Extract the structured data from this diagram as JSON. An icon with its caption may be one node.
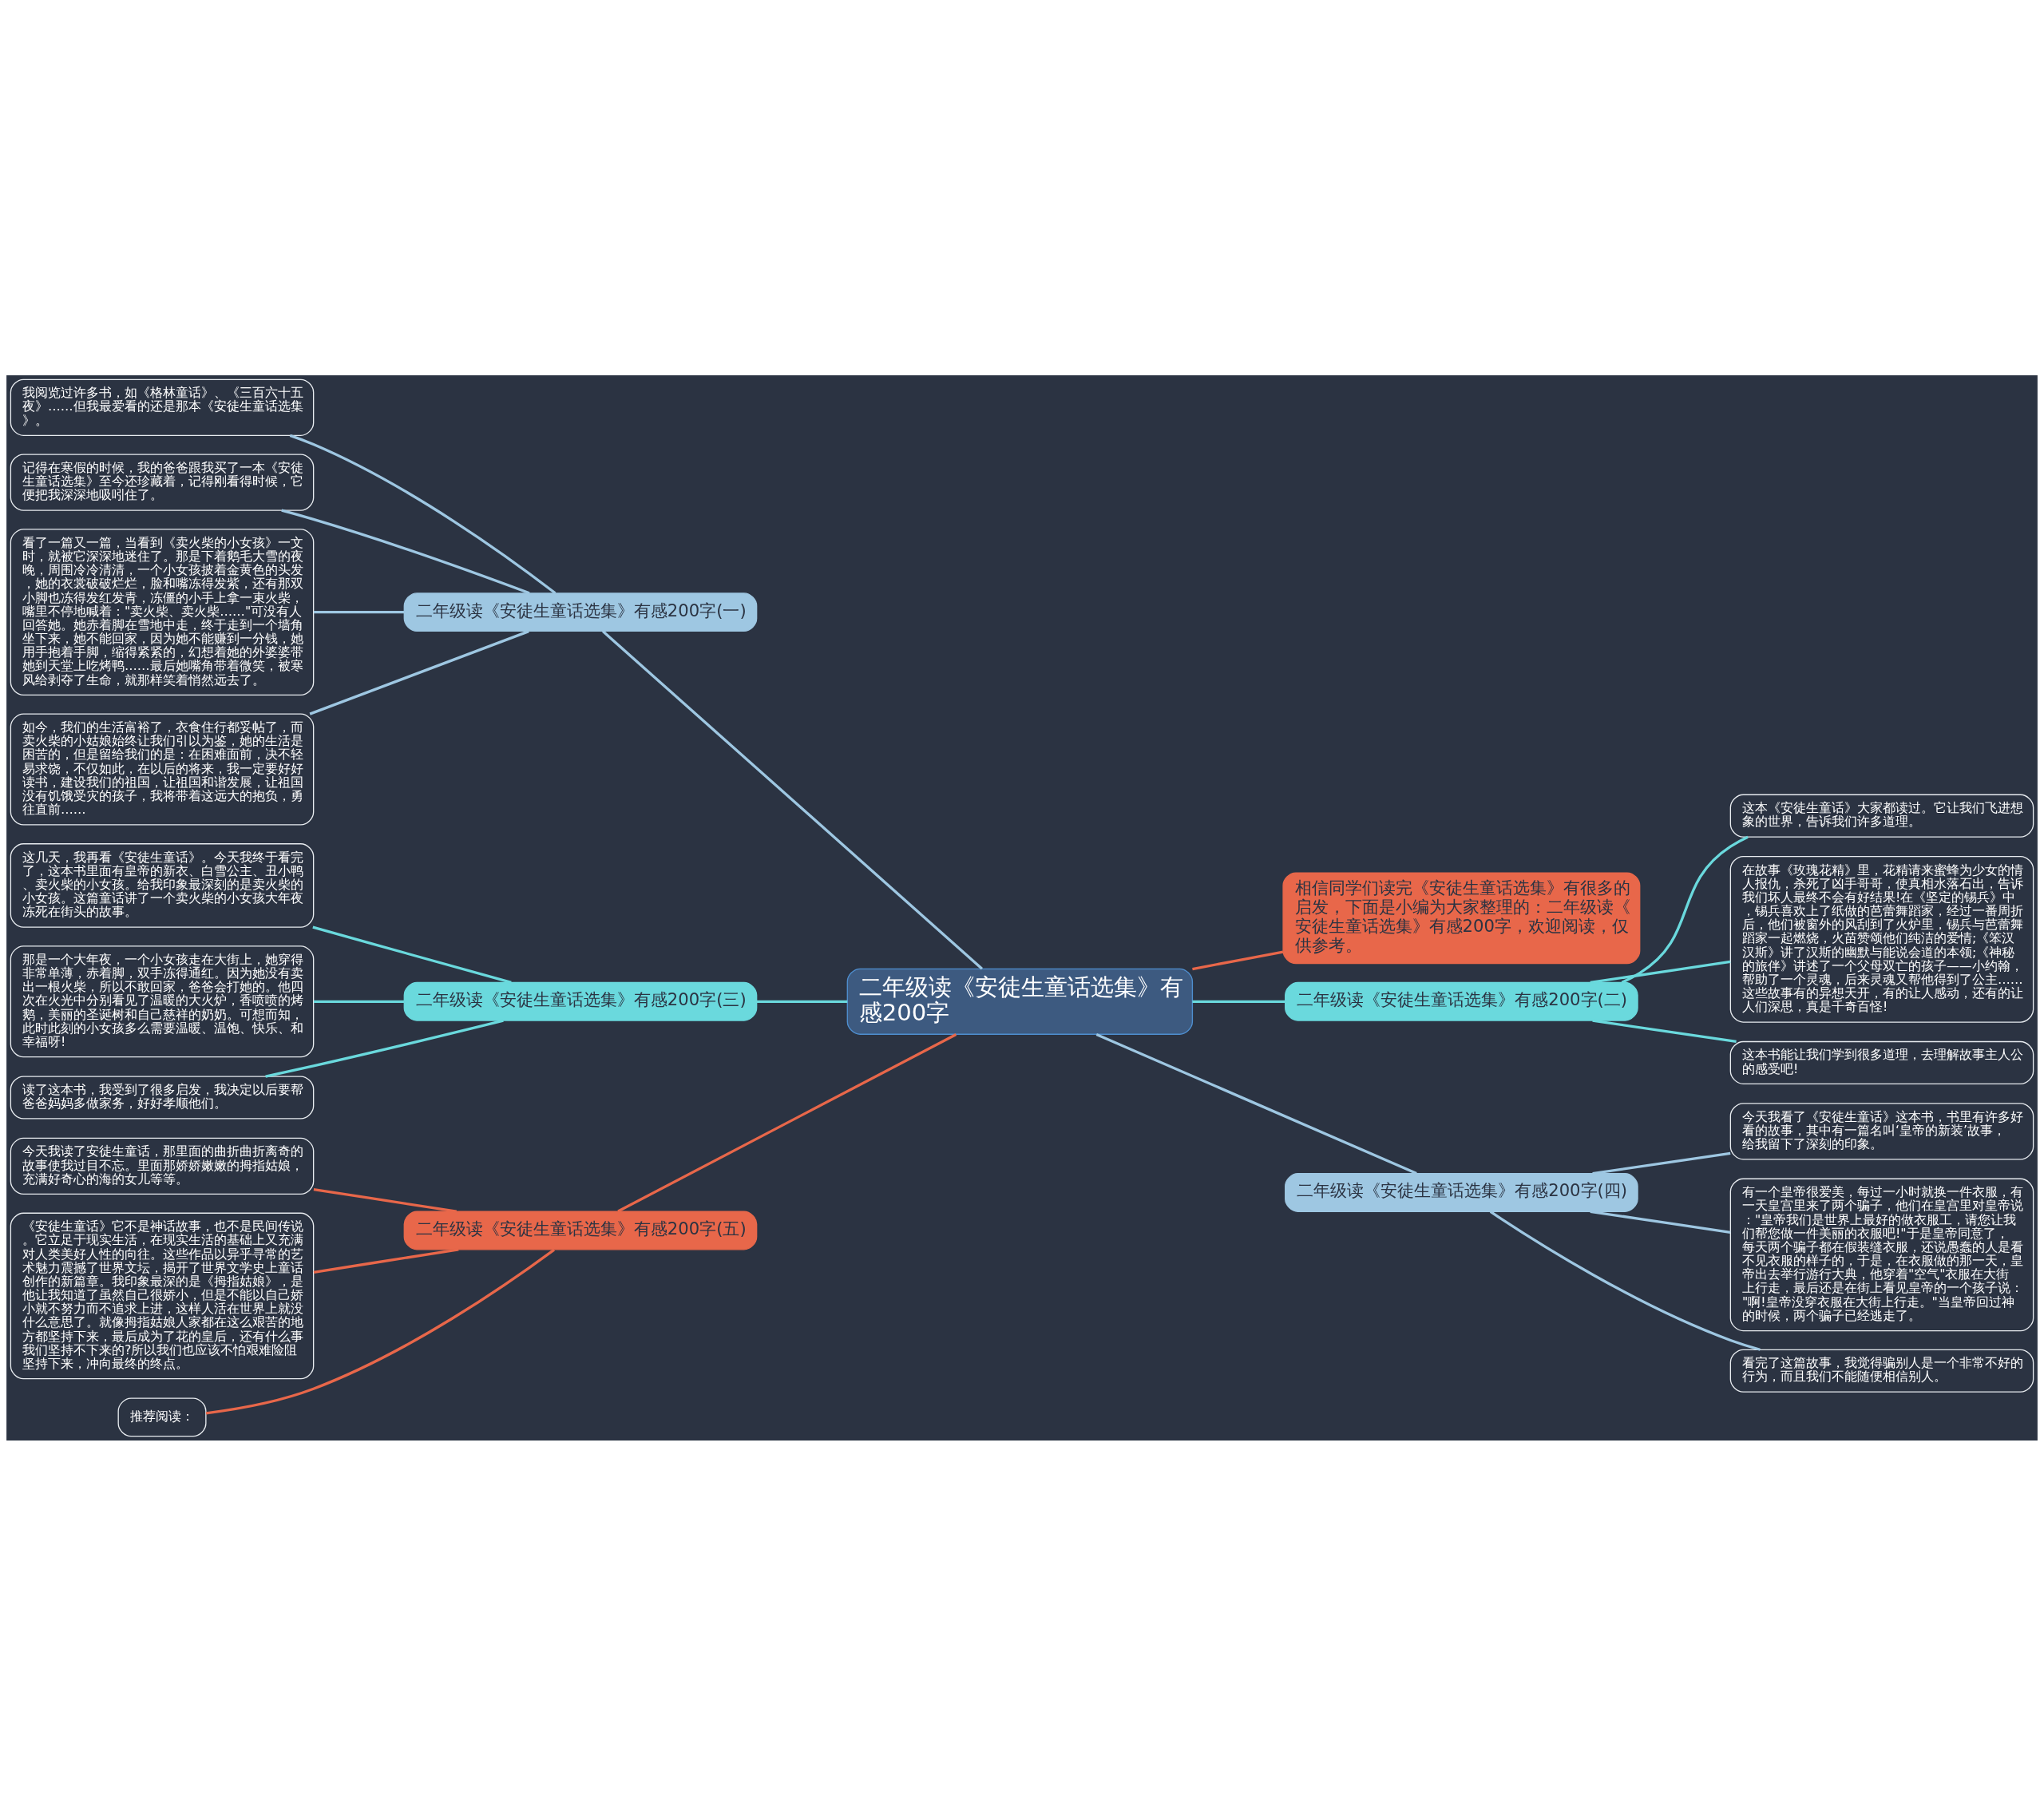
{
  "diagram": {
    "nodes": [
      {
        "text": [
          "二年级读《安徒生童话选集》有感200字"
        ]
      },
      {
        "text": [
          "二年级读《安徒生童话选集》有感200字(一)"
        ]
      },
      {
        "text": [
          "我阅览过许多书，如《格林童话》、《三百六十五夜》……但我最爱看的还是那本《安徒生童话选集》。"
        ]
      },
      {
        "text": [
          "记得在寒假的时候，我的爸爸跟我买了一本《安徒生童话选集》至今还珍藏着，记得刚看得时候，它便把我深深地吸吲住了。"
        ]
      },
      {
        "text": [
          "看了一篇又一篇，当看到《卖火柴的小女孩》一文时，就被它深深地迷住了。那是下着鹅毛大雪的夜晚，周围冷冷清清，一个小女孩披着金黄色的头发，她的衣裳破破烂烂，脸和嘴冻得发紫，还有那双小脚也冻得发红发青，冻僵的小手上拿一束火柴，嘴里不停地喊着：\"卖火柴、卖火柴……\"可没有人回答她。她赤着脚在雪地中走，终于走到一个墙角坐下来，她不能回家，因为她不能赚到一分钱，她用手抱着手脚，缩得紧紧的，幻想着她的外婆婆带她到天堂上吃烤鸭……最后她嘴角带着微笑，被寒风给剥夺了生命，就那样笑着悄然远去了。"
        ]
      },
      {
        "text": [
          "如今，我们的生活富裕了，衣食住行都妥帖了，而卖火柴的小姑娘始终让我们引以为鉴，她的生活是困苦的，但是留给我们的是：在困难面前，决不轻易求饶，不仅如此，在以后的将来，我一定要好好读书，建设我们的祖国，让祖国和谐发展，让祖国没有饥饿受灾的孩子，我将带着这远大的抱负，勇往直前……"
        ]
      },
      {
        "text": [
          "相信同学们读完《安徒生童话选集》有很多的启发，下面是小编为大家整理的：二年级读《安徒生童话选集》有感200字，欢迎阅读，仅供参考。"
        ]
      },
      {
        "text": [
          "二年级读《安徒生童话选集》有感200字(二)"
        ]
      },
      {
        "text": [
          "这本《安徒生童话》大家都读过。它让我们飞进想象的世界，告诉我们许多道理。"
        ]
      },
      {
        "text": [
          "在故事《玫瑰花精》里，花精请来蜜蜂为少女的情人报仇，杀死了凶手哥哥，使真相水落石出，告诉我们坏人最终不会有好结果!在《坚定的锡兵》中，锡兵喜欢上了纸做的芭蕾舞蹈家，经过一番周折后，他们被窗外的风刮到了火炉里，锡兵与芭蕾舞蹈家一起燃烧，火苗赞颂他们纯洁的爱情;《笨汉汉斯》讲了汉斯的幽默与能说会道的本领;《神秘的旅伴》讲述了一个父母双亡的孩子——小约翰，帮助了一个灵魂，后来灵魂又帮他得到了公主……这些故事有的异想天开，有的让人感动，还有的让人们深思，真是千奇百怪!"
        ]
      },
      {
        "text": [
          "这本书能让我们学到很多道理，去理解故事主人公的感受吧!"
        ]
      },
      {
        "text": [
          "二年级读《安徒生童话选集》有感200字(三)"
        ]
      },
      {
        "text": [
          "这几天，我再看《安徒生童话》。今天我终于看完了，这本书里面有皇帝的新衣、白雪公主、丑小鸭、卖火柴的小女孩。给我印象最深刻的是卖火柴的小女孩。这篇童话讲了一个卖火柴的小女孩大年夜冻死在街头的故事。"
        ]
      },
      {
        "text": [
          "那是一个大年夜，一个小女孩走在大街上，她穿得非常单薄，赤着脚，双手冻得通红。因为她没有卖出一根火柴，所以不敢回家，爸爸会打她的。他四次在火光中分别看见了温暖的大火炉，香喷喷的烤鹅，美丽的圣诞树和自己慈祥的奶奶。可想而知，此时此刻的小女孩多么需要温暖、温饱、快乐、和幸福呀!"
        ]
      },
      {
        "text": [
          "读了这本书，我受到了很多启发，我决定以后要帮爸爸妈妈多做家务，好好孝顺他们。"
        ]
      },
      {
        "text": [
          "二年级读《安徒生童话选集》有感200字(四)"
        ]
      },
      {
        "text": [
          "今天我看了《安徒生童话》这本书，书里有许多好看的故事，其中有一篇名叫‘皇帝的新装’故事，给我留下了深刻的印象。"
        ]
      },
      {
        "text": [
          "有一个皇帝很爱美，每过一小时就换一件衣服，有一天皇宫里来了两个骗子，他们在皇宫里对皇帝说：\"皇帝我们是世界上最好的做衣服工，请您让我们帮您做一件美丽的衣服吧!\"于是皇帝同意了，每天两个骗子都在假装缝衣服，还说愚蠢的人是看不见衣服的样子的，于是，在衣服做的那一天，皇帝出去举行游行大典，他穿着\"空气\"衣服在大街上行走，最后还是在街上看见皇帝的一个孩子说：\"啊!皇帝没穿衣服在大街上行走。\"当皇帝回过神的时候，两个骗子已经逃走了。"
        ]
      },
      {
        "text": [
          "看完了这篇故事，我觉得骗别人是一个非常不好的行为，而且我们不能随便相信别人。"
        ]
      },
      {
        "text": [
          "二年级读《安徒生童话选集》有感200字(五)"
        ]
      },
      {
        "text": [
          "今天我读了安徒生童话，那里面的曲折曲折离奇的故事使我过目不忘。里面那娇娇嫩嫩的拇指姑娘，充满好奇心的海的女儿等等。"
        ]
      },
      {
        "text": [
          "《安徒生童话》它不是神话故事，也不是民间传说。它立足于现实生活，在现实生活的基础上又充满对人类美好人性的向往。这些作品以异乎寻常的艺术魅力震撼了世界文坛，揭开了世界文学史上童话创作的新篇章。我印象最深的是《拇指姑娘》，是他让我知道了虽然自己很娇小，但是不能以自己娇小就不努力而不追求上进，这样人活在世界上就没什么意思了。就像拇指姑娘人家都在这么艰苦的地方都坚持下来，最后成为了花的皇后，还有什么事我们坚持不下来的?所以我们也应该不怕艰难险阻坚持下来，冲向最终的终点。"
        ]
      },
      {
        "text": [
          "推荐阅读："
        ]
      }
    ],
    "edges": [
      {
        "from": 0,
        "to": 1,
        "arrow": "none"
      },
      {
        "from": 1,
        "to": 2,
        "arrow": "none"
      },
      {
        "from": 1,
        "to": 3,
        "arrow": "none"
      },
      {
        "from": 1,
        "to": 4,
        "arrow": "none"
      },
      {
        "from": 1,
        "to": 5,
        "arrow": "none"
      },
      {
        "from": 0,
        "to": 6,
        "arrow": "none",
        "color": "#e8674a"
      },
      {
        "from": 0,
        "to": 7,
        "arrow": "none",
        "color": "#6ad9dd"
      },
      {
        "from": 7,
        "to": 8,
        "arrow": "none",
        "color": "#6ad9dd"
      },
      {
        "from": 7,
        "to": 9,
        "arrow": "none",
        "color": "#6ad9dd"
      },
      {
        "from": 7,
        "to": 10,
        "arrow": "none",
        "color": "#6ad9dd"
      },
      {
        "from": 0,
        "to": 11,
        "arrow": "none",
        "color": "#6ad9dd"
      },
      {
        "from": 11,
        "to": 12,
        "arrow": "none",
        "color": "#6ad9dd"
      },
      {
        "from": 11,
        "to": 13,
        "arrow": "none",
        "color": "#6ad9dd"
      },
      {
        "from": 11,
        "to": 14,
        "arrow": "none",
        "color": "#6ad9dd"
      },
      {
        "from": 0,
        "to": 15,
        "arrow": "none"
      },
      {
        "from": 15,
        "to": 16,
        "arrow": "none"
      },
      {
        "from": 15,
        "to": 17,
        "arrow": "none"
      },
      {
        "from": 15,
        "to": 18,
        "arrow": "none"
      },
      {
        "from": 0,
        "to": 19,
        "arrow": "none",
        "color": "#e8674a"
      },
      {
        "from": 19,
        "to": 20,
        "arrow": "none",
        "color": "#e8674a"
      },
      {
        "from": 19,
        "to": 21,
        "arrow": "none",
        "color": "#e8674a"
      },
      {
        "from": 19,
        "to": 22,
        "arrow": "none",
        "color": "#e8674a"
      }
    ]
  }
}
